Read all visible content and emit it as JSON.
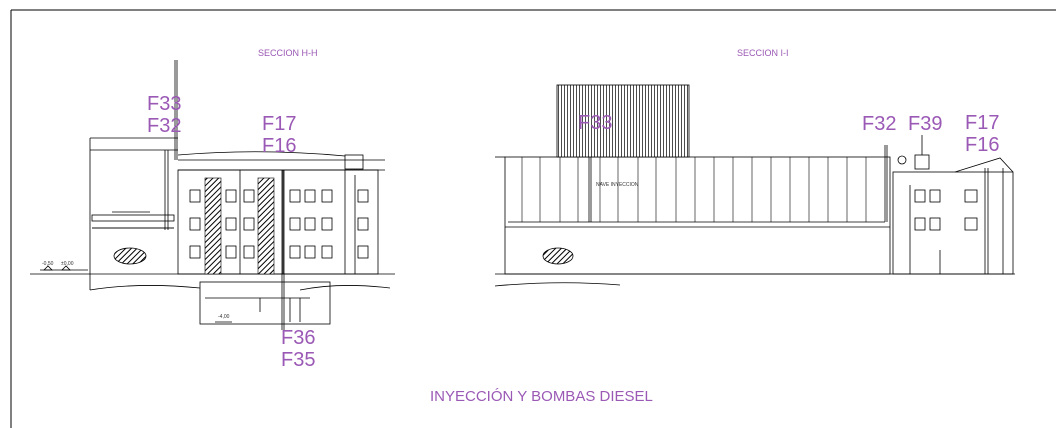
{
  "sections": {
    "left_title": "SECCION H-H",
    "right_title": "SECCION I-I"
  },
  "labels": {
    "f33_left": "F33",
    "f32_left": "F32",
    "f17_left": "F17",
    "f16_left": "F16",
    "f36": "F36",
    "f35": "F35",
    "f33_right": "F33",
    "f32_right": "F32",
    "f39": "F39",
    "f17_right": "F17",
    "f16_right": "F16"
  },
  "levels": {
    "minus_050": "-0,50",
    "zero": "±0,00",
    "minus_400": "-4,00"
  },
  "room_label": "NAVE INYECCION",
  "footer_title": "INYECCIÓN Y BOMBAS DIESEL"
}
